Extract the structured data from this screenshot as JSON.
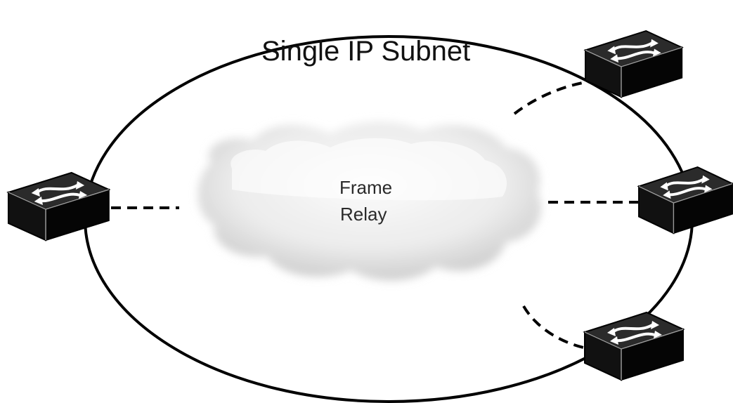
{
  "diagram": {
    "subnet_label": "Single IP Subnet",
    "cloud_label_line1": "Frame",
    "cloud_label_line2": "Relay",
    "nodes": [
      {
        "id": "switch-left",
        "icon": "network-switch-icon"
      },
      {
        "id": "switch-top-right",
        "icon": "network-switch-icon"
      },
      {
        "id": "switch-middle-right",
        "icon": "network-switch-icon"
      },
      {
        "id": "switch-bottom-right",
        "icon": "network-switch-icon"
      }
    ],
    "colors": {
      "outline": "#000000",
      "switch_top": "#2b2b2b",
      "switch_side": "#0d0d0d",
      "cloud": "#e4e4e4"
    }
  }
}
